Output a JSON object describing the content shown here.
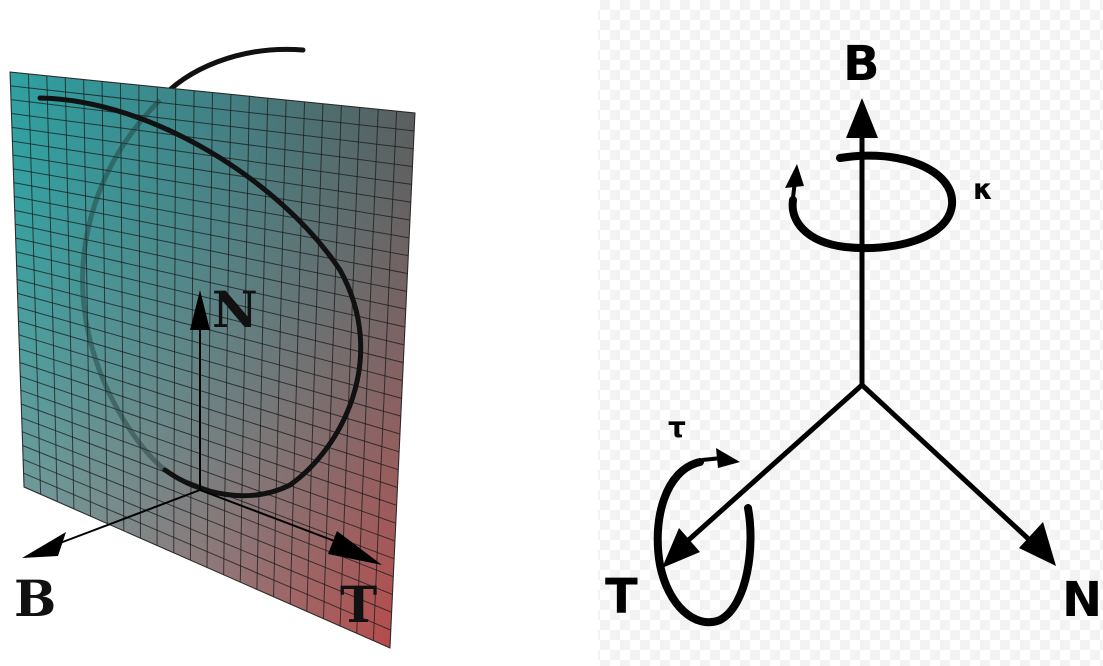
{
  "left_figure": {
    "labels": {
      "N": "N",
      "B": "B",
      "T": "T"
    },
    "colors": {
      "plane_top_left": "#2fa3a3",
      "plane_top_right": "#3b4444",
      "plane_bottom_left": "#bbbbbb",
      "plane_bottom_right": "#c03a3a",
      "grid": "#1a1a1a",
      "curve": "#111111"
    }
  },
  "right_figure": {
    "labels": {
      "B": "B",
      "T": "T",
      "N": "N",
      "kappa": "κ",
      "tau": "τ"
    },
    "colors": {
      "axis": "#000000",
      "checker": "#f2f2f2"
    }
  }
}
